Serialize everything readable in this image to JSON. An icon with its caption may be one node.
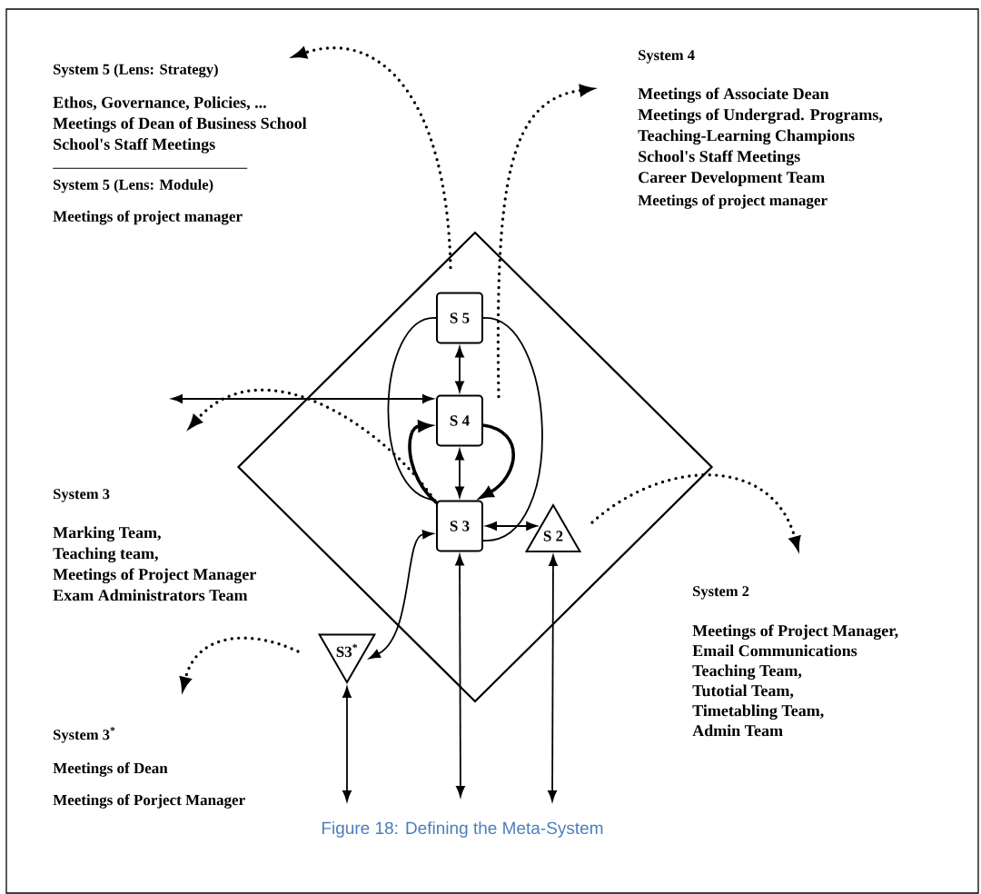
{
  "diagram": {
    "caption": "Figure 18: Defining the Meta-System",
    "nodes": [
      {
        "text": [],
        "shape": "diamond"
      },
      {
        "text": [
          "S 5"
        ],
        "in": 0
      },
      {
        "text": [
          "S 4"
        ],
        "in": 0
      },
      {
        "text": [
          "S 3"
        ],
        "in": 0
      },
      {
        "text": [
          "S 2"
        ],
        "in": 0
      },
      {
        "text": [
          "S3$^{*}$"
        ]
      },
      {
        "text": [
          "System 5 (Lens: Strategy)",
          "Ethos, Governance, Policies, ...",
          "Meetings of Dean of Business School",
          "School's Staff Meetings",
          "System 5 (Lens: Module)",
          "Meetings of project manager"
        ]
      },
      {
        "text": [
          "System 4",
          "Meetings of Associate Dean",
          "Meetings of Undergrad. Programs,",
          "Teaching-Learning Champions",
          "School's Staff Meetings",
          "Career Development Team",
          "Meetings of project manager"
        ]
      },
      {
        "text": [
          "System 3",
          "Marking Team,",
          "Teaching team,",
          "Meetings of Project Manager",
          "Exam Administrators Team"
        ]
      },
      {
        "text": [
          "System 2",
          "Meetings of Project Manager,",
          "Email Communications",
          "Teaching Team,",
          "Tutotial Team,",
          "Timetabling Team,",
          "Admin Team"
        ]
      },
      {
        "text": [
          "System 3$^{*}$",
          "Meetings of Dean",
          "Meetings of Porject Manager"
        ]
      }
    ],
    "edges": [
      {
        "from": 1,
        "to": 6,
        "arrow": "to",
        "style": "dashed"
      },
      {
        "from": 2,
        "to": 7,
        "arrow": "to",
        "style": "dashed"
      },
      {
        "from": 3,
        "to": 8,
        "arrow": "to",
        "style": "dashed"
      },
      {
        "from": 4,
        "to": 9,
        "arrow": "to",
        "style": "dashed"
      },
      {
        "from": 5,
        "to": 10,
        "arrow": "to",
        "style": "dashed"
      },
      {
        "from": 1,
        "to": 2,
        "arrow": "both"
      },
      {
        "from": 2,
        "to": 3,
        "arrow": "both"
      },
      {
        "from": 3,
        "to": 4,
        "arrow": "both"
      },
      {
        "from": 1,
        "to": 3,
        "arrow": "none"
      },
      {
        "from": 1,
        "to": 3,
        "arrow": "none"
      },
      {
        "from": 3,
        "to": 2,
        "arrow": "to",
        "style": "thick"
      },
      {
        "from": 2,
        "to": 3,
        "arrow": "to",
        "style": "thick"
      },
      {
        "from": null,
        "to": 2,
        "arrow": "both"
      },
      {
        "from": 3,
        "to": 5,
        "arrow": "both"
      },
      {
        "from": null,
        "to": 5,
        "arrow": "both"
      },
      {
        "from": null,
        "to": 3,
        "arrow": "both"
      },
      {
        "from": null,
        "to": 4,
        "arrow": "both"
      }
    ]
  }
}
